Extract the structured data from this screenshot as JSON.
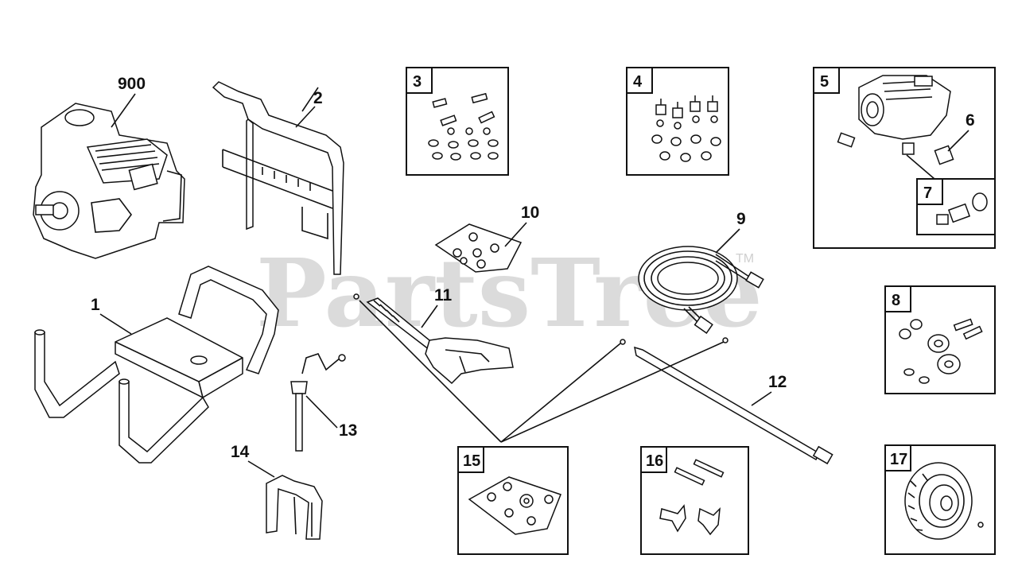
{
  "watermark": {
    "text": "PartsTree",
    "trademark": "TM"
  },
  "callouts": {
    "p900": "900",
    "p1": "1",
    "p2": "2",
    "p9": "9",
    "p10": "10",
    "p11": "11",
    "p12": "12",
    "p13": "13",
    "p14": "14",
    "p6": "6"
  },
  "boxes": {
    "b3": "3",
    "b4": "4",
    "b5": "5",
    "b7": "7",
    "b8": "8",
    "b15": "15",
    "b16": "16",
    "b17": "17"
  },
  "colors": {
    "line": "#111111",
    "background": "#ffffff",
    "watermark": "#cfcfcf"
  }
}
